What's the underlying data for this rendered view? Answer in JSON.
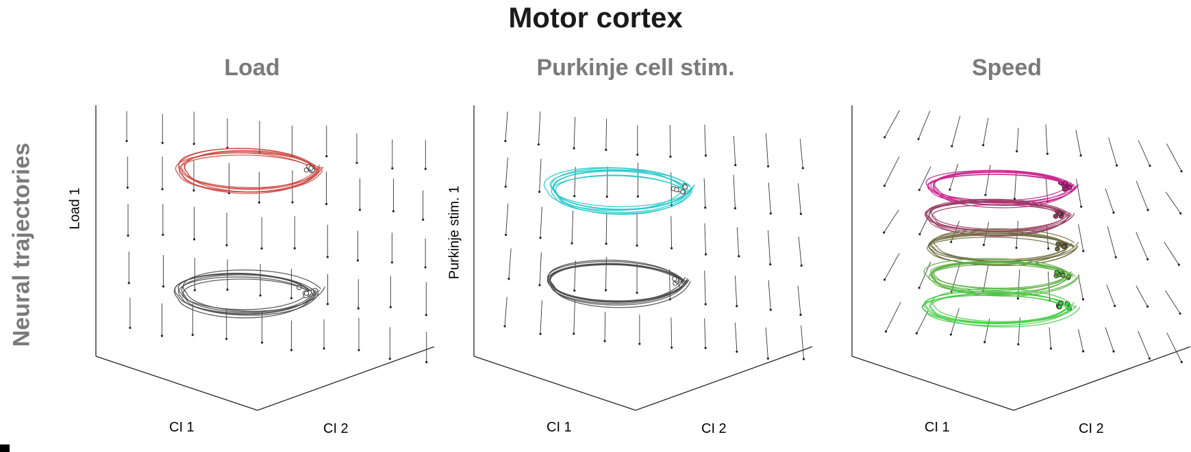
{
  "figure": {
    "title": "Motor cortex",
    "row_label": "Neural trajectories"
  },
  "chart_data": [
    {
      "type": "line",
      "title": "Load",
      "xlabel": "CI 1",
      "ylabel": "CI 2",
      "zlabel": "Load 1",
      "series": [
        {
          "color": "#cc4a44",
          "level": 1.0
        },
        {
          "color": "#4a4a4a",
          "level": 0.0
        }
      ]
    },
    {
      "type": "line",
      "title": "Purkinje cell stim.",
      "xlabel": "CI 1",
      "ylabel": "CI 2",
      "zlabel": "Purkinje stim. 1",
      "series": [
        {
          "color": "#22c8c8",
          "level": 1.0
        },
        {
          "color": "#4a4a4a",
          "level": 0.0
        }
      ]
    },
    {
      "type": "line",
      "title": "Speed",
      "xlabel": "CI 1",
      "ylabel": "CI 2",
      "zlabel": "",
      "series": [
        {
          "color": "#c8228e",
          "level": 1.0
        },
        {
          "color": "#9a3a62",
          "level": 0.75
        },
        {
          "color": "#6e6a3e",
          "level": 0.5
        },
        {
          "color": "#5cb040",
          "level": 0.25
        },
        {
          "color": "#44cc44",
          "level": 0.0
        }
      ]
    }
  ]
}
